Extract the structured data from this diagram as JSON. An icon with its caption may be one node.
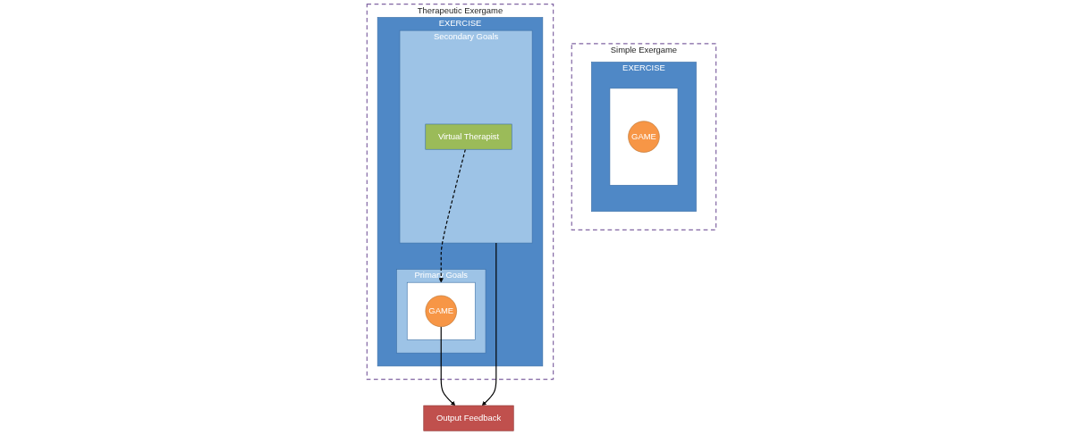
{
  "diagram": {
    "nodes": [
      {
        "text": [
          "Simple Exergame"
        ]
      },
      {
        "text": [
          "EXERCISE"
        ],
        "in": 0
      },
      {
        "text": [],
        "shape": "box",
        "in": 1
      },
      {
        "text": [
          "GAME"
        ],
        "in": 2
      },
      {
        "text": [
          "Therapeutic Exergame"
        ]
      },
      {
        "text": [
          "EXERCISE"
        ],
        "in": 4
      },
      {
        "text": [
          "Primary Goals"
        ],
        "in": 5
      },
      {
        "text": [],
        "shape": "box",
        "in": 6
      },
      {
        "text": [
          "GAME"
        ],
        "in": 7
      },
      {
        "text": [
          "Secondary Goals"
        ],
        "in": 5
      },
      {
        "text": [
          "Virtual Therapist"
        ],
        "in": 9
      },
      {
        "text": [
          "Output Feedback"
        ]
      }
    ],
    "edges": [
      {
        "from": 10,
        "to": 7,
        "arrow": "to",
        "style": "dashed"
      },
      {
        "from": 8,
        "to": 11,
        "arrow": "to"
      },
      {
        "from": 9,
        "to": 11,
        "arrow": "to"
      }
    ]
  }
}
